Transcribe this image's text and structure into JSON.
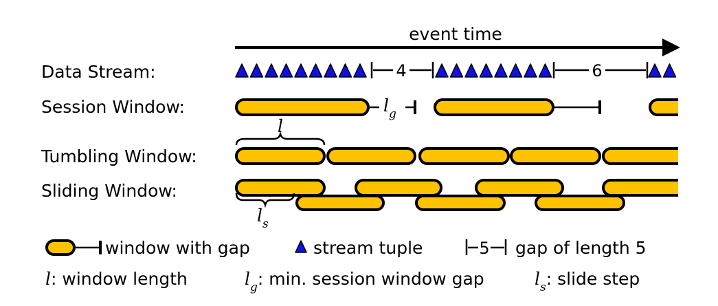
{
  "axis": {
    "label": "event time"
  },
  "rows": {
    "data_stream": "Data Stream:",
    "session": "Session Window:",
    "tumbling": "Tumbling Window:",
    "sliding": "Sliding Window:"
  },
  "gaps": {
    "first": "4",
    "second": "6"
  },
  "symbols": {
    "window_length": "l",
    "session_gap": "l",
    "session_gap_sub": "g",
    "slide_step": "l",
    "slide_step_sub": "s"
  },
  "legend": {
    "window_with_gap": "window with gap",
    "stream_tuple": "stream tuple",
    "gap_example_value": "5",
    "gap_of_length": "gap of length 5",
    "l_symbol": "l",
    "l_desc": ": window length",
    "lg_symbol": "l",
    "lg_sub": "g",
    "lg_desc": ": min. session window gap",
    "ls_symbol": "l",
    "ls_sub": "s",
    "ls_desc": ": slide step"
  },
  "colors": {
    "window_fill": "#ffc200",
    "tuple_fill": "#1010e0",
    "stroke": "#000000"
  }
}
